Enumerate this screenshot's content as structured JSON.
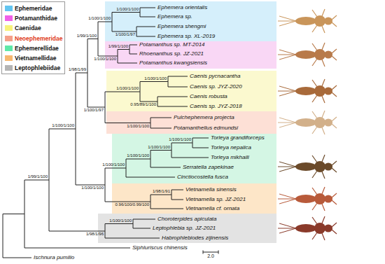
{
  "diagram": {
    "labels": [
      "1/100/1/100",
      "Ephemera orientalis",
      "1/100/1/100",
      "Ephemera sp.",
      "Ephemera shengmi",
      "1/100/1/97",
      "1/99/1/100",
      "Ephemera sp. XL-2019",
      "1/99/1/100",
      "Potamanthus sp. MT-2014",
      "Rhoenanthus sp. JZ-2021",
      "1/100/1/100",
      "Potamanthus kwangsiensis",
      "1/98/1/99",
      "1/100/1/100",
      "Caenis pycnacantha",
      "1/100/1/100",
      "Caenis sp. JYZ-2020",
      "Caenis robusta",
      "0.95/89/1/100",
      "Caenis sp. JYZ-2018",
      "1/100/1/97",
      "Pulchephemera projecta",
      "1/100/1/100",
      "1/100/1/100",
      "Potamanthellus edmundsi",
      "1/100/1/100",
      "Torleya grandiforceps",
      "1/100/1/100",
      "Torleya nepalica",
      "1/100/1/100",
      "Torleya mikhaili",
      "1/100/1/100",
      "Serratella zapekinae",
      "1/99/1/100",
      "Cinctiocostella fusca",
      "1/100/1/100",
      "1/98/1/91",
      "Vietnamella sinensis",
      "Vietnamella sp. JZ-2021",
      "0.96/100/0.99/100",
      "Vietnamella cf. ornata",
      "1/100/1/100",
      "Choroterpides apiculata",
      "Leptophlebia sp. JZ-2021",
      "1/98/1/96",
      "Habrophlebiodes zijinensis",
      "Siphluriscus chinensis",
      "2.0",
      "Ischnura pumilio"
    ],
    "legend": [
      {
        "text": "Ephemeridae",
        "color": "#63c5f0"
      },
      {
        "text": "Potamanthidae",
        "color": "#f060e8"
      },
      {
        "text": "Caenidae",
        "color": "#f8f27a"
      },
      {
        "text": "Neoephemeridae",
        "color": "#f5a08a"
      },
      {
        "text": "Ephemerellidae",
        "color": "#60e8a8"
      },
      {
        "text": "Vietnamellidae",
        "color": "#f7b870"
      },
      {
        "text": "Leptophlebiidae",
        "color": "#b4b4b4"
      }
    ]
  }
}
